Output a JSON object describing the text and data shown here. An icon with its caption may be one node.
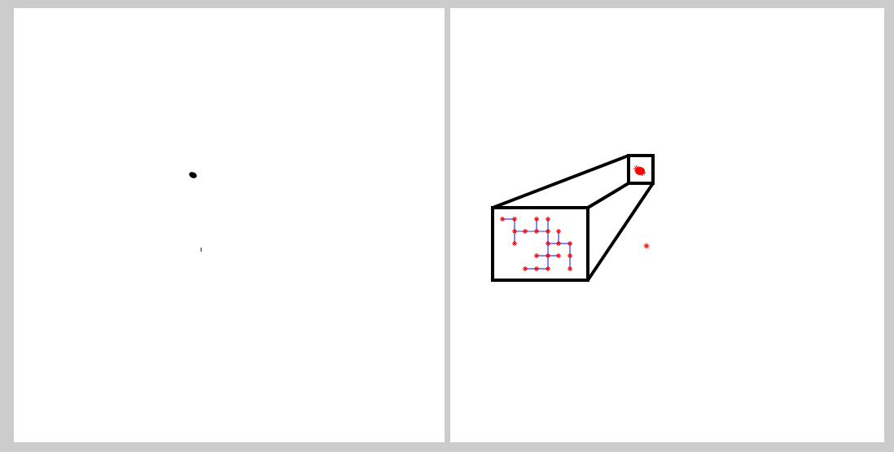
{
  "diagram": {
    "nodes": [
      {
        "text": [],
        "shape": "box"
      },
      {
        "text": [],
        "shape": "box"
      }
    ],
    "edges": [
      {
        "from": 0,
        "to": 1,
        "arrow": "none"
      },
      {
        "from": 0,
        "to": 1,
        "arrow": "none"
      },
      {
        "from": 0,
        "to": 1,
        "arrow": "none"
      }
    ]
  }
}
